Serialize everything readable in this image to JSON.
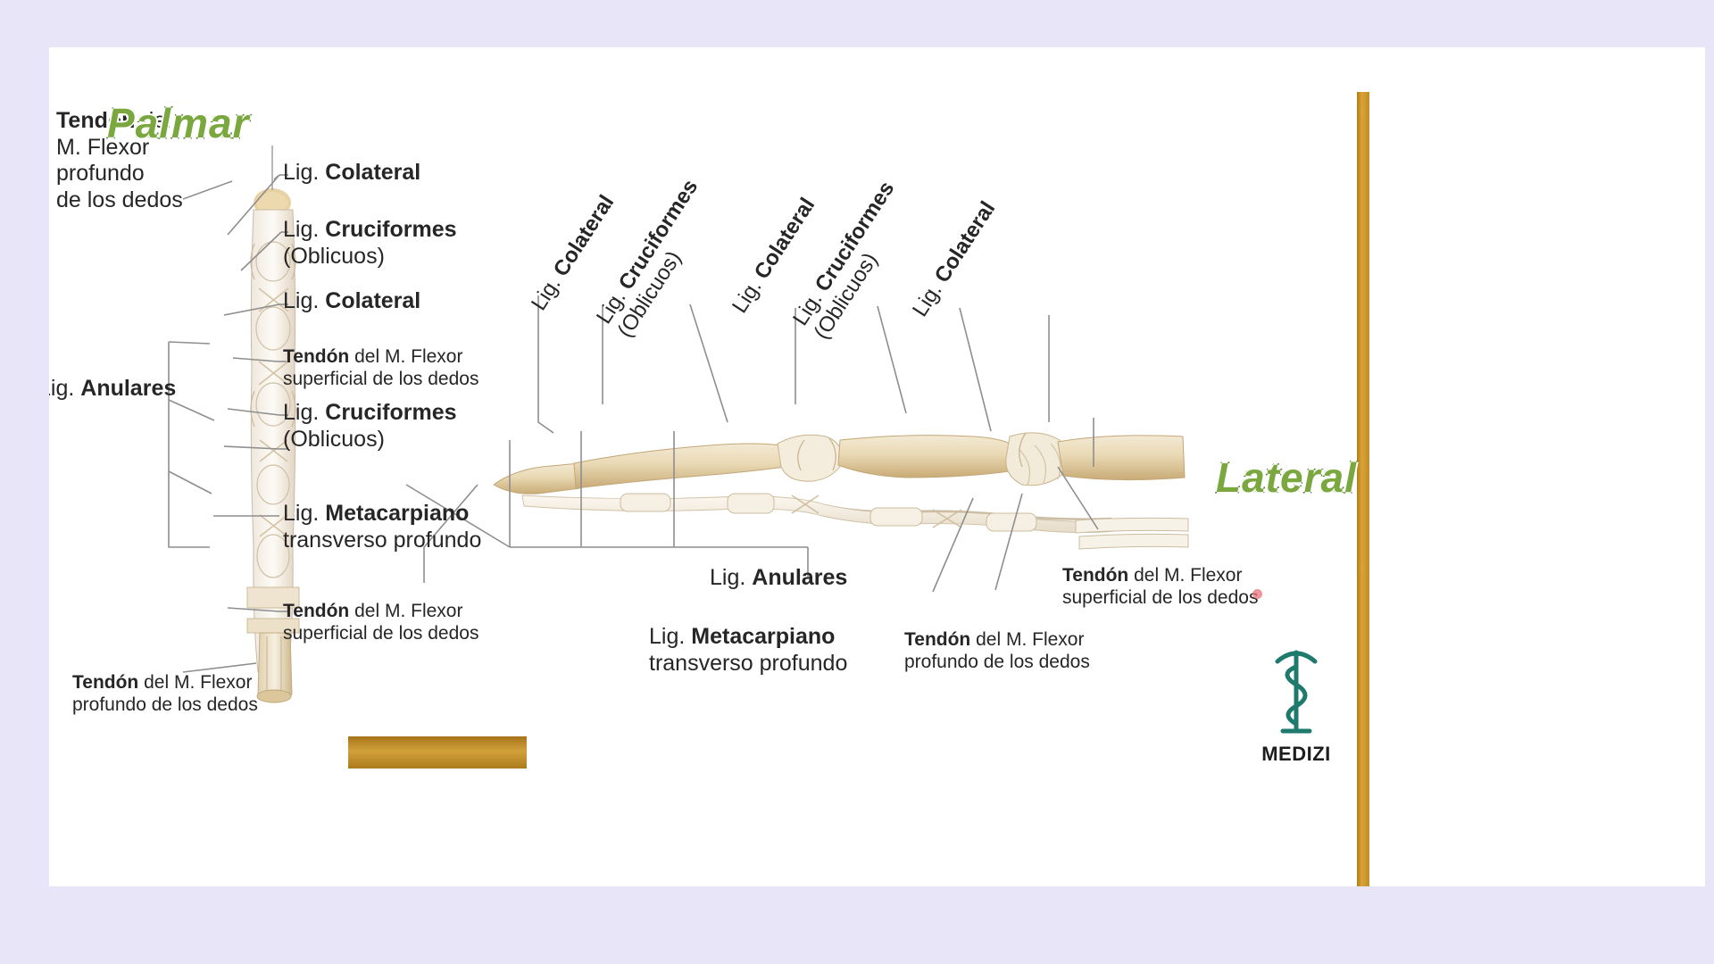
{
  "page": {
    "background_color": "#e9e5f8",
    "card_color": "#ffffff",
    "accent_gold": "#c8951f",
    "title_green": "#7aa83f",
    "title_stroke": "#4f7a23"
  },
  "titles": {
    "palmar": "Palmar",
    "lateral": "Lateral"
  },
  "palmar_labels": {
    "tendon_profundo_top": {
      "line1_bold": "Tendón",
      "line1_rest": " del",
      "line2": "M. Flexor",
      "line3": "profundo",
      "line4": "de los dedos"
    },
    "colateral_1": {
      "prefix": "Lig. ",
      "bold": "Colateral"
    },
    "cruciformes_1": {
      "prefix": "Lig. ",
      "bold": "Cruciformes",
      "sub": "(Oblicuos)"
    },
    "colateral_2": {
      "prefix": "Lig. ",
      "bold": "Colateral"
    },
    "tendon_superficial_1": {
      "bold": "Tendón",
      "rest": " del M. Flexor",
      "line2": "superficial de los dedos"
    },
    "cruciformes_2": {
      "prefix": "Lig. ",
      "bold": "Cruciformes",
      "sub": "(Oblicuos)"
    },
    "anulares": {
      "prefix": "Lig. ",
      "bold": "Anulares"
    },
    "metacarpiano": {
      "prefix": "Lig. ",
      "bold": "Metacarpiano",
      "line2": "transverso profundo"
    },
    "tendon_superficial_2": {
      "bold": "Tendón",
      "rest": " del M. Flexor",
      "line2": "superficial de los dedos"
    },
    "tendon_profundo_bottom": {
      "bold": "Tendón",
      "rest": " del M. Flexor",
      "line2": "profundo de los dedos"
    }
  },
  "lateral_labels": {
    "colateral_a": {
      "prefix": "Lig. ",
      "bold": "Colateral"
    },
    "cruciformes_a": {
      "prefix": "Lig. ",
      "bold": "Cruciformes",
      "sub": "(Oblicuos)"
    },
    "colateral_b": {
      "prefix": "Lig. ",
      "bold": "Colateral"
    },
    "cruciformes_b": {
      "prefix": "Lig. ",
      "bold": "Cruciformes",
      "sub": "(Oblicuos)"
    },
    "colateral_c": {
      "prefix": "Lig. ",
      "bold": "Colateral"
    },
    "anulares": {
      "prefix": "Lig. ",
      "bold": "Anulares"
    },
    "metacarpiano": {
      "prefix": "Lig. ",
      "bold": "Metacarpiano",
      "line2": "transverso profundo"
    },
    "tendon_profundo": {
      "bold": "Tendón",
      "rest": " del M. Flexor",
      "line2": "profundo de los dedos"
    },
    "tendon_superficial": {
      "bold": "Tendón",
      "rest": " del M. Flexor",
      "line2": "superficial de los dedos"
    }
  },
  "logo": {
    "name": "MEDIZI",
    "icon": "caduceus-icon",
    "color": "#1f7a6e"
  }
}
